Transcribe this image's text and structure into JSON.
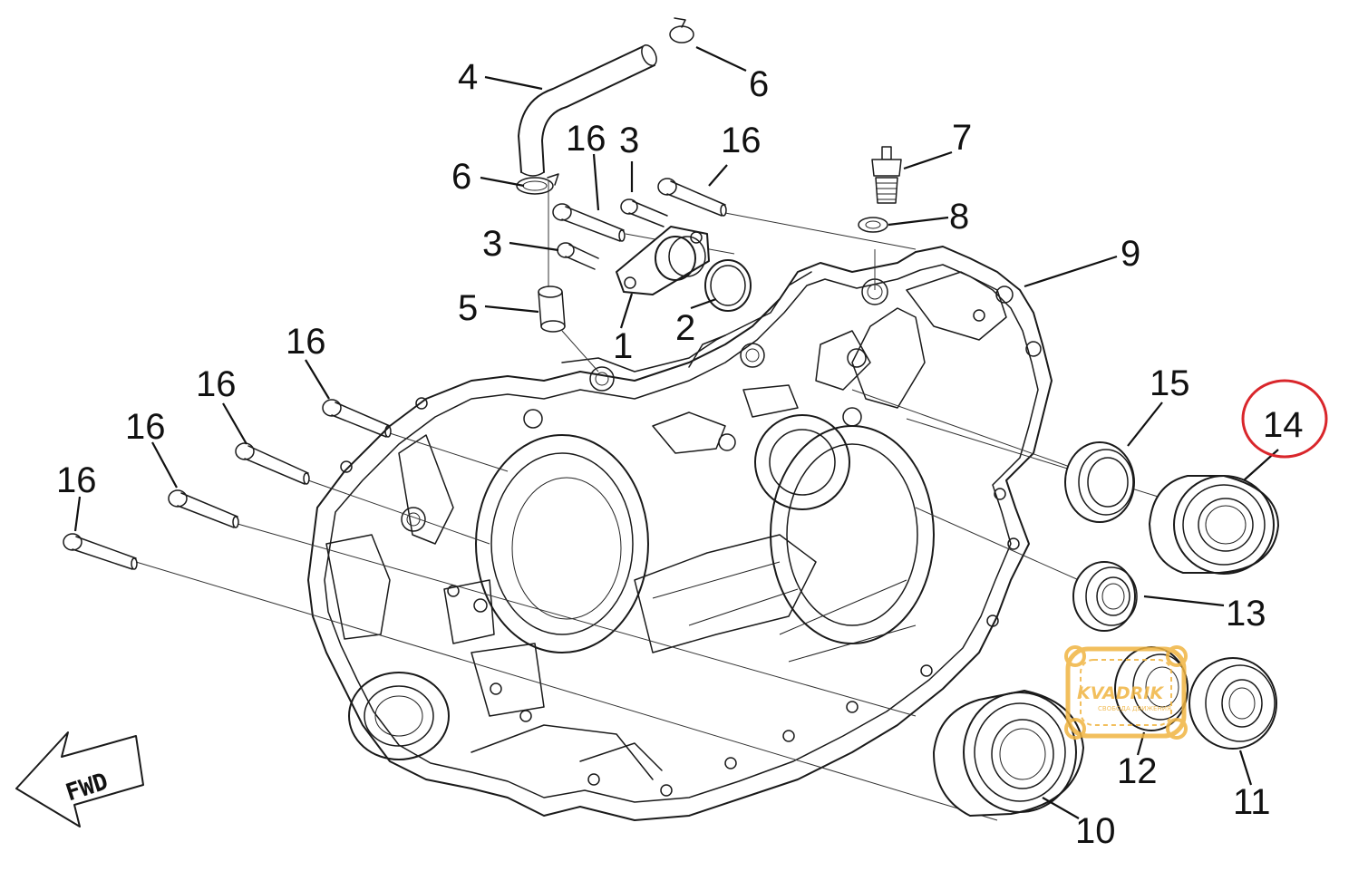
{
  "diagram": {
    "callouts": [
      {
        "id": "c1",
        "text": "1"
      },
      {
        "id": "c2",
        "text": "2"
      },
      {
        "id": "c3a",
        "text": "3"
      },
      {
        "id": "c3b",
        "text": "3"
      },
      {
        "id": "c4",
        "text": "4"
      },
      {
        "id": "c5",
        "text": "5"
      },
      {
        "id": "c6a",
        "text": "6"
      },
      {
        "id": "c6b",
        "text": "6"
      },
      {
        "id": "c7",
        "text": "7"
      },
      {
        "id": "c8",
        "text": "8"
      },
      {
        "id": "c9",
        "text": "9"
      },
      {
        "id": "c10",
        "text": "10"
      },
      {
        "id": "c11",
        "text": "11"
      },
      {
        "id": "c12",
        "text": "12"
      },
      {
        "id": "c13",
        "text": "13"
      },
      {
        "id": "c14",
        "text": "14"
      },
      {
        "id": "c15",
        "text": "15"
      },
      {
        "id": "c16a",
        "text": "16"
      },
      {
        "id": "c16b",
        "text": "16"
      },
      {
        "id": "c16c",
        "text": "16"
      },
      {
        "id": "c16d",
        "text": "16"
      },
      {
        "id": "c16e",
        "text": "16"
      },
      {
        "id": "c16f",
        "text": "16"
      }
    ],
    "fwd_label": "FWD",
    "highlighted_part": "14",
    "highlight_color": "#d9262b"
  },
  "watermark": {
    "brand": "KVADRIK",
    "tagline": "СВОБОДА ДВИЖЕНИЯ",
    "color": "#f0b441"
  }
}
